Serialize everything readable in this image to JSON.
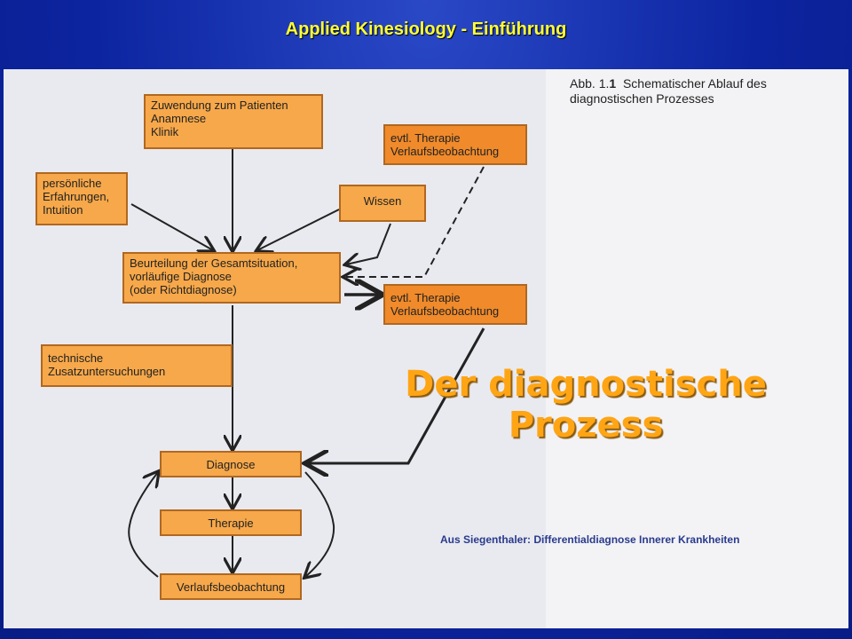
{
  "slide": {
    "title": "Applied Kinesiology - Einführung",
    "overlay_title": "Der diagnostische Prozess",
    "source": "Aus Siegenthaler: Differentialdiagnose Innerer Krankheiten"
  },
  "figure": {
    "caption_label": "Abb. 1.",
    "caption_number": "1",
    "caption_text": "Schematischer Ablauf des\ndiagnostischen Prozesses",
    "boxes": {
      "zuwendung": "Zuwendung zum Patienten\nAnamnese\nKlinik",
      "erfahrungen": "persönliche\nErfahrungen,\nIntuition",
      "wissen": "Wissen",
      "therapie_top": "evtl. Therapie\nVerlaufsbeobachtung",
      "beurteilung": "Beurteilung der Gesamtsituation,\nvorläufige Diagnose\n(oder Richtdiagnose)",
      "therapie_mid": "evtl. Therapie\nVerlaufsbeobachtung",
      "technische": "technische\nZusatzuntersuchungen",
      "diagnose": "Diagnose",
      "therapie": "Therapie",
      "verlauf": "Verlaufsbeobachtung"
    }
  },
  "colors": {
    "background": "#0e2a9e",
    "title": "#ffff33",
    "box_fill": "#f7a84a",
    "box_fill_dark": "#f08a2a",
    "overlay_title": "#ffa514",
    "source_text": "#2a3a8c"
  }
}
